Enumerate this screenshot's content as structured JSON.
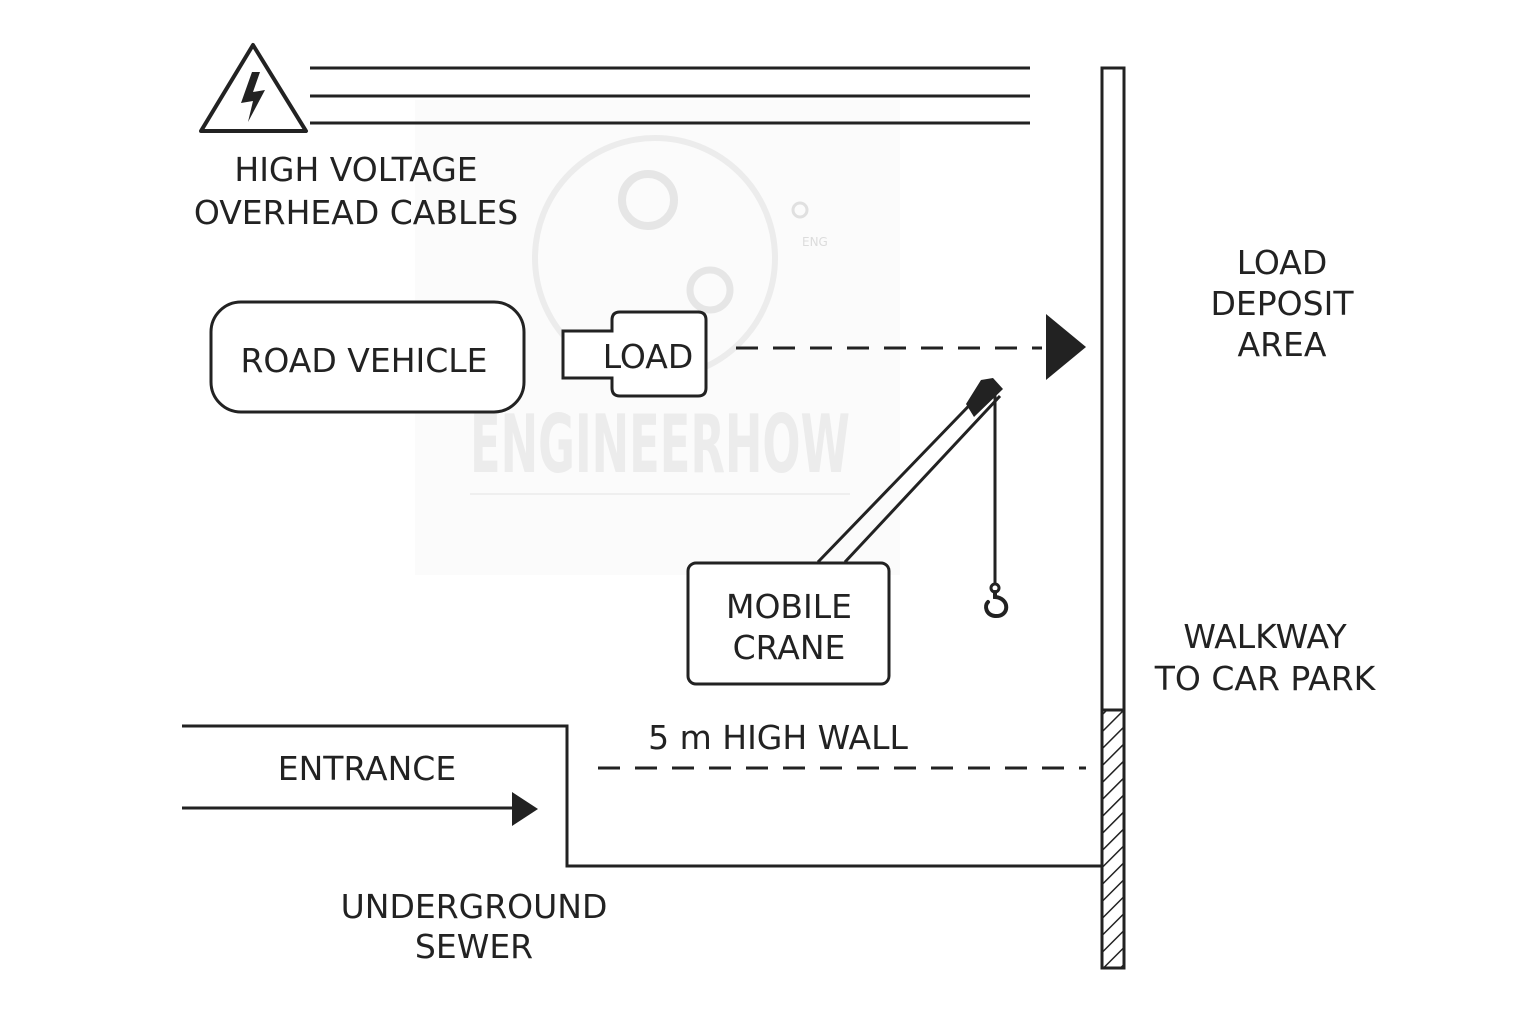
{
  "labels": {
    "cables_line1": "HIGH VOLTAGE",
    "cables_line2": "OVERHEAD CABLES",
    "road_vehicle": "ROAD VEHICLE",
    "load": "LOAD",
    "deposit_line1": "LOAD",
    "deposit_line2": "DEPOSIT",
    "deposit_line3": "AREA",
    "crane_line1": "MOBILE",
    "crane_line2": "CRANE",
    "walkway_line1": "WALKWAY",
    "walkway_line2": "TO CAR PARK",
    "wall": "5 m HIGH WALL",
    "entrance": "ENTRANCE",
    "sewer_line1": "UNDERGROUND",
    "sewer_line2": "SEWER"
  },
  "watermark": {
    "text": "ENGINEERHOW",
    "tag": "ENG"
  },
  "icons": {
    "hazard": "high-voltage-warning-icon",
    "hook": "crane-hook-icon"
  },
  "colors": {
    "stroke": "#222222",
    "watermark": "#ececec"
  }
}
